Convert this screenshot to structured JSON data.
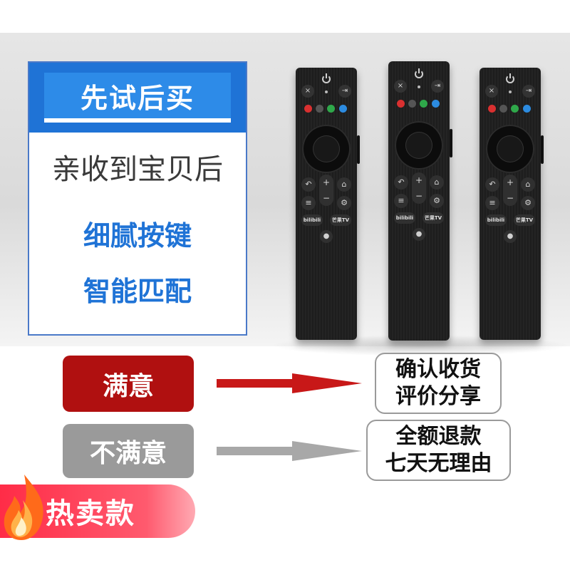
{
  "panel": {
    "title": "先试后买",
    "line1": "亲收到宝贝后",
    "line2": "细腻按键",
    "line3": "智能匹配"
  },
  "remotes": {
    "brand_label": "bilibili",
    "app_label": "芒果TV"
  },
  "flow": {
    "satisfied_label": "满意",
    "unsatisfied_label": "不满意",
    "satisfied_result_line1": "确认收货",
    "satisfied_result_line2": "评价分享",
    "unsatisfied_result_line1": "全额退款",
    "unsatisfied_result_line2": "七天无理由"
  },
  "badge": {
    "label": "热卖款"
  },
  "colors": {
    "panel_blue": "#1f73d6",
    "satisfied_red": "#b01010",
    "unsatisfied_grey": "#9a9a9a",
    "badge_red": "#ff2c47"
  }
}
